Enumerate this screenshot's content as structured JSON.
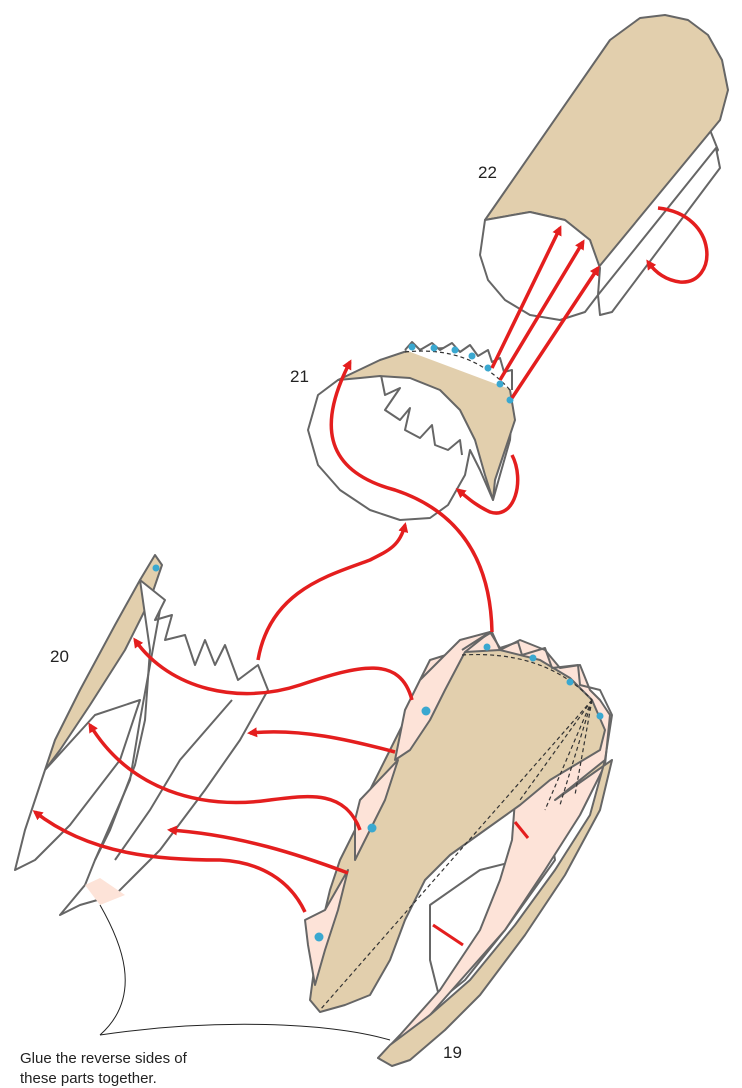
{
  "labels": {
    "part_19": "19",
    "part_20": "20",
    "part_21": "21",
    "part_22": "22"
  },
  "note": {
    "line1": "Glue the reverse sides of",
    "line2": "these parts together."
  },
  "colors": {
    "paper_tan": "#e2cfad",
    "paper_pink": "#fde3d8",
    "outline": "#666666",
    "arrow_red": "#e41e1e",
    "glue_dot": "#3aa8d0",
    "paper_white": "#ffffff"
  }
}
